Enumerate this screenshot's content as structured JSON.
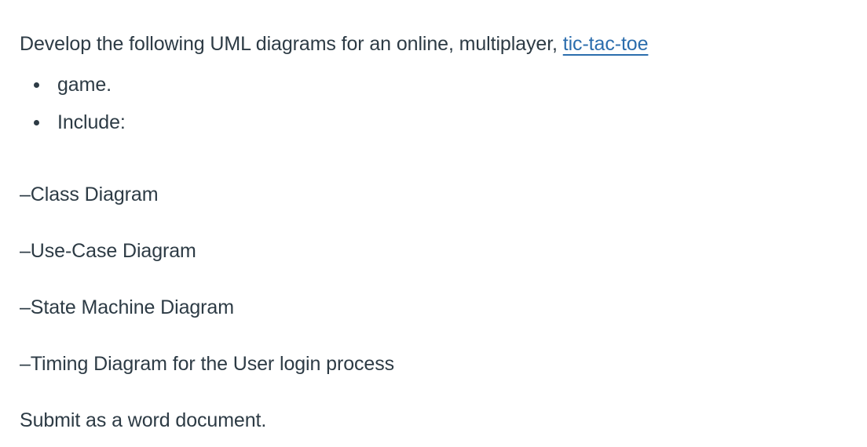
{
  "page": {
    "background_color": "#ffffff",
    "text_color": "#2d3b45",
    "link_color": "#2b6dad"
  },
  "intro": {
    "text_before_link": "Develop the following UML diagrams for an online, multiplayer, ",
    "link_text": "tic-tac-toe "
  },
  "bullet_list": {
    "items": [
      {
        "label": "game."
      },
      {
        "label": "Include:"
      }
    ]
  },
  "deliverables": [
    {
      "label": "–Class Diagram"
    },
    {
      "label": "–Use-Case Diagram"
    },
    {
      "label": "–State Machine Diagram"
    },
    {
      "label": "–Timing Diagram for the User login process"
    }
  ],
  "closing": {
    "text": "Submit as a word document."
  }
}
